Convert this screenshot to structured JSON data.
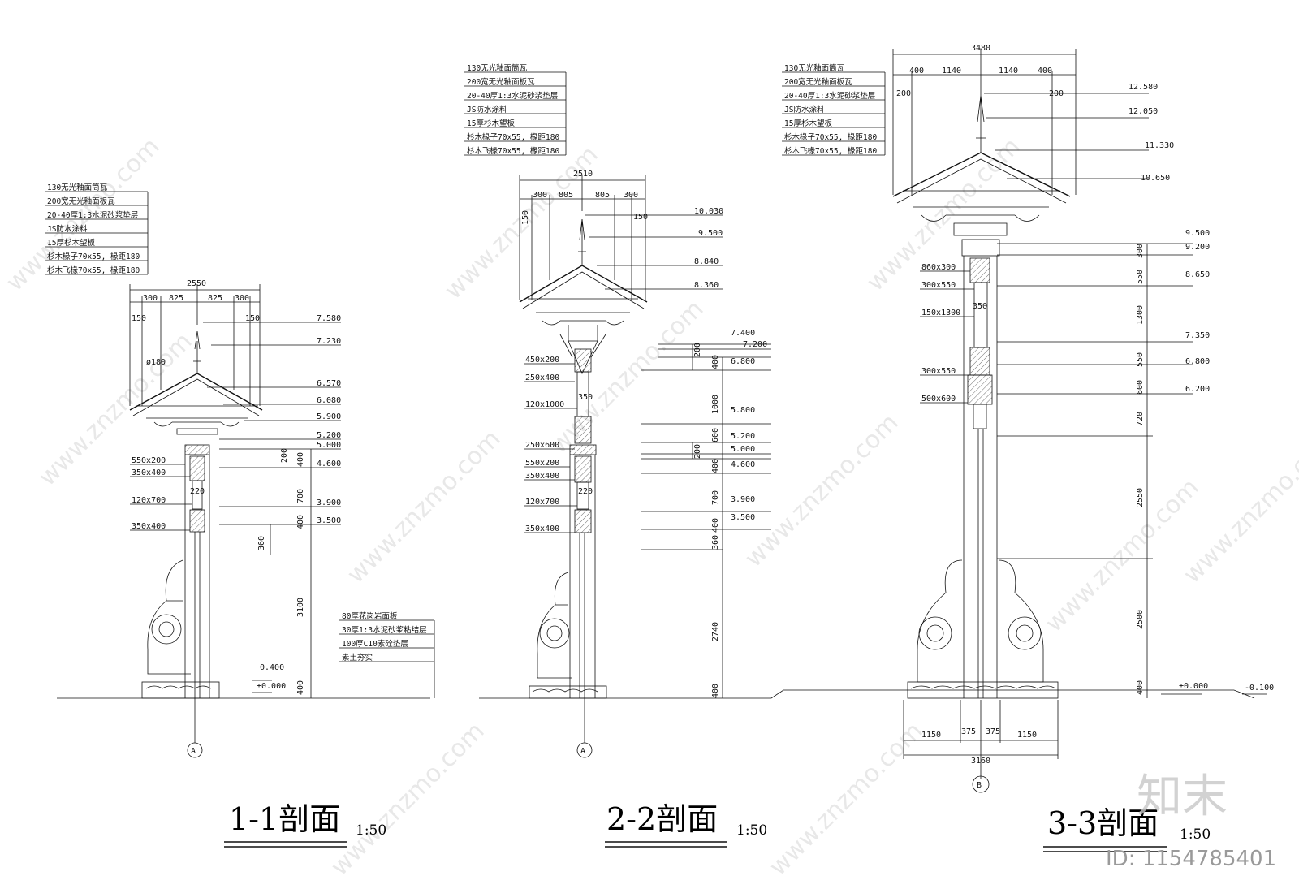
{
  "sections": [
    {
      "title": "1-1剖面",
      "scale": "1:50",
      "axis": "A",
      "layers": [
        "130无光釉面筒瓦",
        "200宽无光釉面板瓦",
        "20-40厚1:3水泥砂浆垫层",
        "JS防水涂料",
        "15厚杉木望板",
        "杉木椽子70x55, 椽距180",
        "杉木飞椽70x55, 椽距180"
      ],
      "dims_top": [
        "2550",
        "300",
        "825",
        "825",
        "300",
        "150",
        "150"
      ],
      "diameter": "ø180",
      "elevations": [
        "7.580",
        "7.230",
        "6.570",
        "6.080",
        "5.900",
        "5.200",
        "5.000",
        "4.600",
        "3.900",
        "3.500",
        "0.400",
        "±0.000"
      ],
      "vertical_dims": [
        "200",
        "400",
        "700",
        "400",
        "3100",
        "400",
        "360"
      ],
      "member_labels": [
        "550x200",
        "350x400",
        "120x700",
        "350x400"
      ],
      "post": "220"
    },
    {
      "title": "2-2剖面",
      "scale": "1:50",
      "axis": "A",
      "layers": [
        "130无光釉面筒瓦",
        "200宽无光釉面板瓦",
        "20-40厚1:3水泥砂浆垫层",
        "JS防水涂料",
        "15厚杉木望板",
        "杉木椽子70x55, 椽距180",
        "杉木飞椽70x55, 椽距180"
      ],
      "dims_top": [
        "2510",
        "300",
        "805",
        "805",
        "300",
        "150",
        "150"
      ],
      "elevations": [
        "10.030",
        "9.500",
        "8.840",
        "8.360",
        "7.400",
        "7.200",
        "6.800",
        "5.800",
        "5.200",
        "5.000",
        "4.600",
        "3.900",
        "3.500"
      ],
      "vertical_dims": [
        "200",
        "400",
        "1000",
        "600",
        "200",
        "400",
        "700",
        "400",
        "360",
        "2740",
        "400"
      ],
      "member_labels": [
        "450x200",
        "250x400",
        "120x1000",
        "250x600",
        "550x200",
        "350x400",
        "120x700",
        "350x400"
      ],
      "post": [
        "350",
        "220"
      ],
      "paving": [
        "80厚花岗岩面板",
        "30厚1:3水泥砂浆粘结层",
        "100厚C10素砼垫层",
        "素土夯实"
      ]
    },
    {
      "title": "3-3剖面",
      "scale": "1:50",
      "axis": "B",
      "layers": [
        "130无光釉面筒瓦",
        "200宽无光釉面板瓦",
        "20-40厚1:3水泥砂浆垫层",
        "JS防水涂料",
        "15厚杉木望板",
        "杉木椽子70x55, 椽距180",
        "杉木飞椽70x55, 椽距180"
      ],
      "dims_top": [
        "3480",
        "400",
        "1140",
        "1140",
        "400",
        "200",
        "200"
      ],
      "elevations": [
        "12.580",
        "12.050",
        "11.330",
        "10.650",
        "9.500",
        "9.200",
        "8.650",
        "7.350",
        "6.800",
        "6.200",
        "±0.000",
        "-0.100"
      ],
      "vertical_dims": [
        "300",
        "550",
        "1300",
        "550",
        "600",
        "720",
        "2550",
        "2500",
        "400"
      ],
      "member_labels": [
        "860x300",
        "300x550",
        "150x1300",
        "300x550",
        "500x600"
      ],
      "post": "350",
      "dims_bottom": [
        "1150",
        "375",
        "375",
        "1150",
        "3160"
      ]
    }
  ],
  "watermark": "www.znzmo.com",
  "brand": "知末",
  "id_text": "ID: 1154785401"
}
